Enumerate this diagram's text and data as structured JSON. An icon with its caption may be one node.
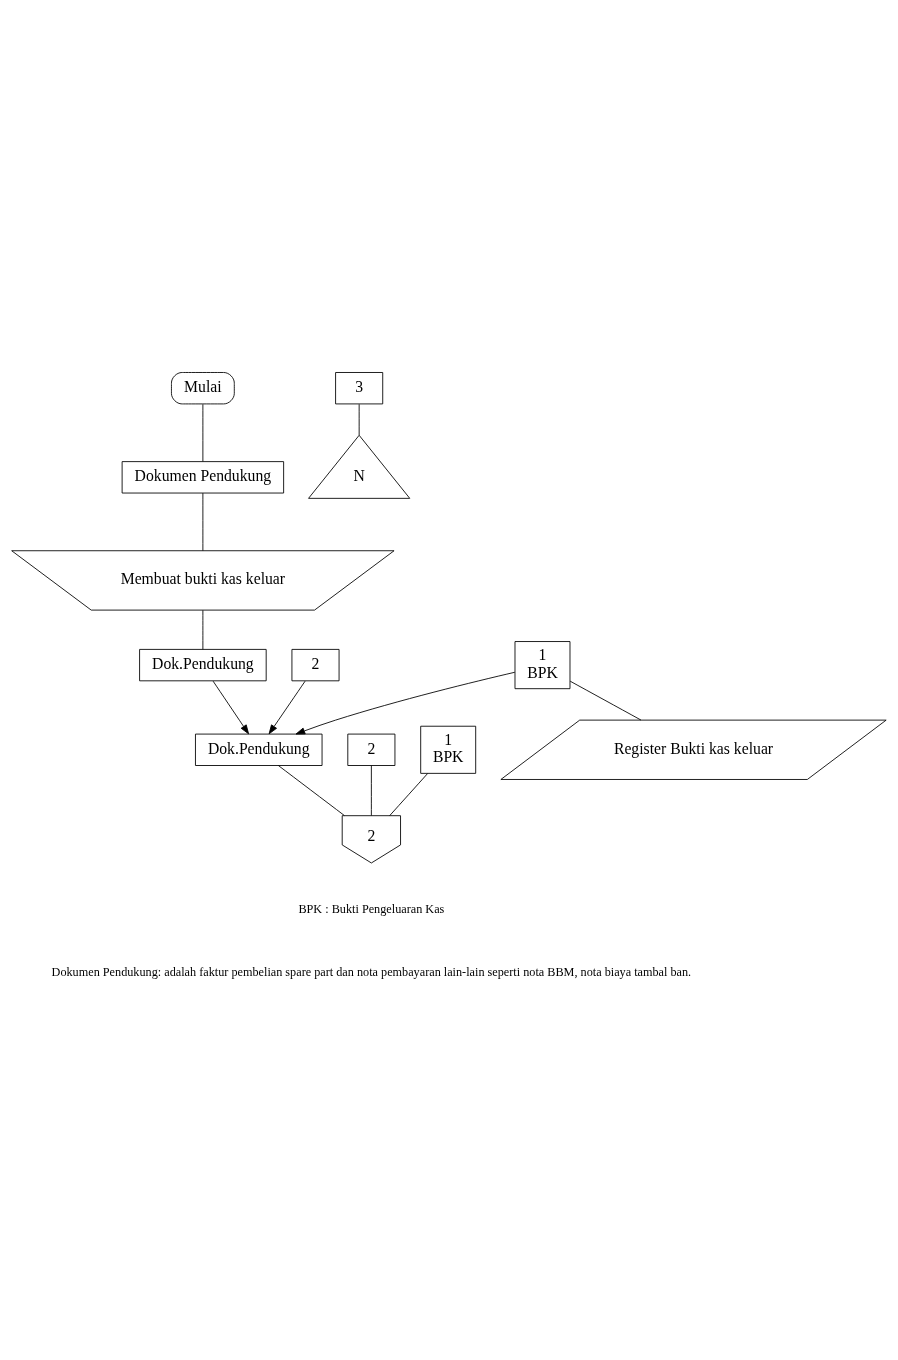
{
  "diagram": {
    "nodes": [
      {
        "text": [
          "Mulai"
        ]
      },
      {
        "text": [
          "Dokumen Pendukung"
        ]
      },
      {
        "text": [
          "Membuat bukti kas keluar"
        ]
      },
      {
        "text": [
          "Dok.Pendukung"
        ]
      },
      {
        "text": [
          "3"
        ]
      },
      {
        "text": [
          "2"
        ]
      },
      {
        "text": [
          "1",
          "BPK"
        ]
      },
      {
        "text": [
          "N"
        ]
      },
      {
        "text": [
          "Register Bukti kas keluar"
        ]
      },
      {
        "text": [
          "Dok.Pendukung"
        ]
      },
      {
        "text": [
          "2"
        ]
      },
      {
        "text": [
          "1",
          "BPK"
        ]
      },
      {
        "text": [
          "2"
        ]
      }
    ],
    "edges": [
      {
        "from": 0,
        "to": 1,
        "arrow": "none"
      },
      {
        "from": 1,
        "to": 2,
        "arrow": "none"
      },
      {
        "from": 2,
        "to": 3,
        "arrow": "none"
      },
      {
        "from": 6,
        "to": 9,
        "arrow": "to"
      },
      {
        "from": 5,
        "to": 9,
        "arrow": "to"
      },
      {
        "from": 3,
        "to": 9,
        "arrow": "to"
      },
      {
        "from": 4,
        "to": 7,
        "arrow": "none"
      },
      {
        "from": 6,
        "to": 8,
        "arrow": "none"
      },
      {
        "from": 11,
        "to": 12,
        "arrow": "none"
      },
      {
        "from": 10,
        "to": 12,
        "arrow": "none"
      },
      {
        "from": 9,
        "to": 12,
        "arrow": "none"
      }
    ],
    "labels": [
      "BPK : Bukti Pengeluaran Kas",
      "Dokumen Pendukung: adalah faktur pembelian spare part dan nota pembayaran lain-lain seperti nota BBM, nota biaya tambal ban."
    ]
  }
}
